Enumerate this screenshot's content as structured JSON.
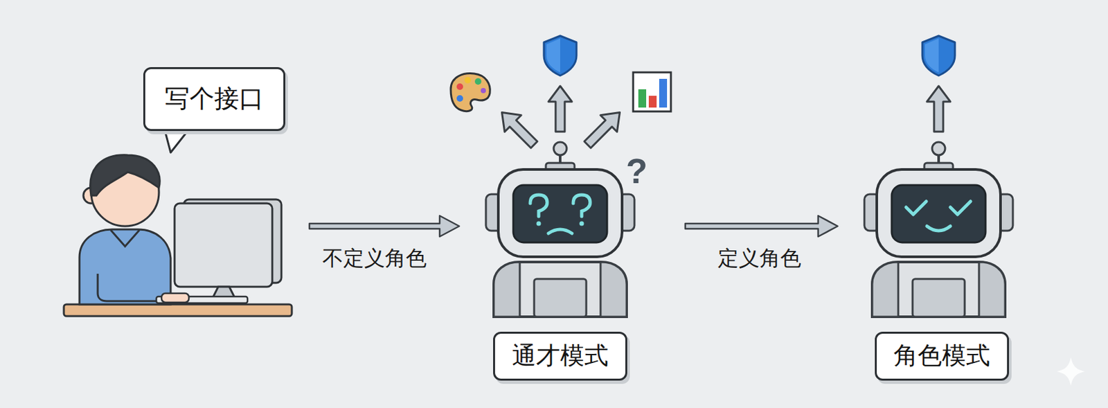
{
  "diagram": {
    "nodes": [
      {
        "text": [
          "写个接口"
        ]
      },
      {
        "text": [
          "通才模式"
        ]
      },
      {
        "text": [
          "角色模式"
        ]
      }
    ],
    "labels": [
      "不定义角色",
      "定义角色",
      "?"
    ]
  }
}
